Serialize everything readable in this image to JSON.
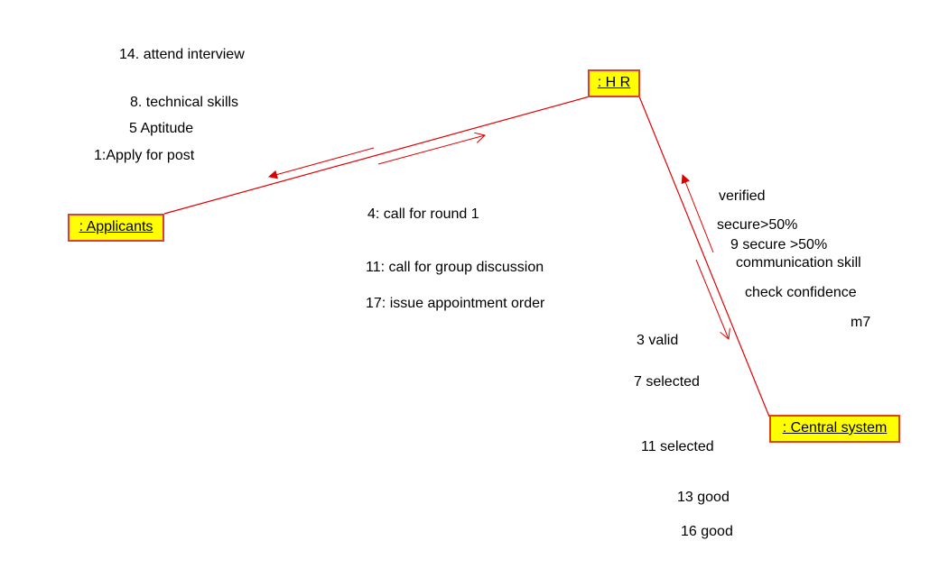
{
  "colors": {
    "link": "#e00000",
    "object_fill": "#ffff00",
    "object_border": "#e0402a",
    "text": "#000000"
  },
  "objects": {
    "hr": ": H R",
    "applicants": ": Applicants",
    "central_system": ": Central system"
  },
  "messages_hr_applicants": [
    "14. attend interview",
    "8. technical skills",
    "5 Aptitude",
    "1:Apply for post",
    "4: call for round 1",
    "11: call for group discussion",
    "17: issue appointment order"
  ],
  "messages_hr_central_to_hr": [
    "verified",
    "secure>50%",
    "9 secure >50%",
    "communication skill",
    "check confidence",
    "m7"
  ],
  "messages_central_to_hr": [
    "3 valid",
    "7 selected",
    "11 selected",
    "13 good",
    "16 good"
  ]
}
